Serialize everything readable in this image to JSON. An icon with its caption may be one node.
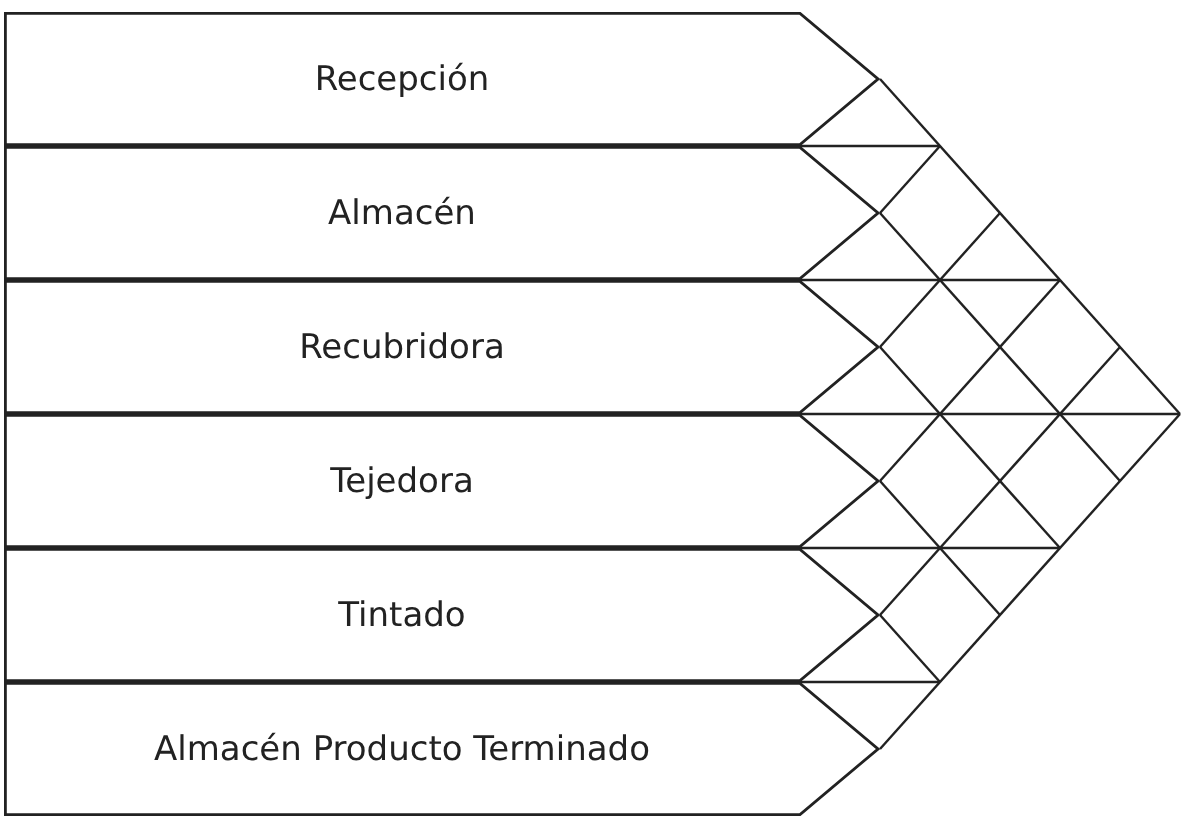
{
  "diagram": {
    "nodes": [
      {
        "text": [
          "Recepción"
        ]
      },
      {
        "text": [
          "Almacén"
        ]
      },
      {
        "text": [
          "Recubridora"
        ]
      },
      {
        "text": [
          "Tejedora"
        ]
      },
      {
        "text": [
          "Tintado"
        ]
      },
      {
        "text": [
          "Almacén Producto Terminado"
        ]
      }
    ]
  }
}
